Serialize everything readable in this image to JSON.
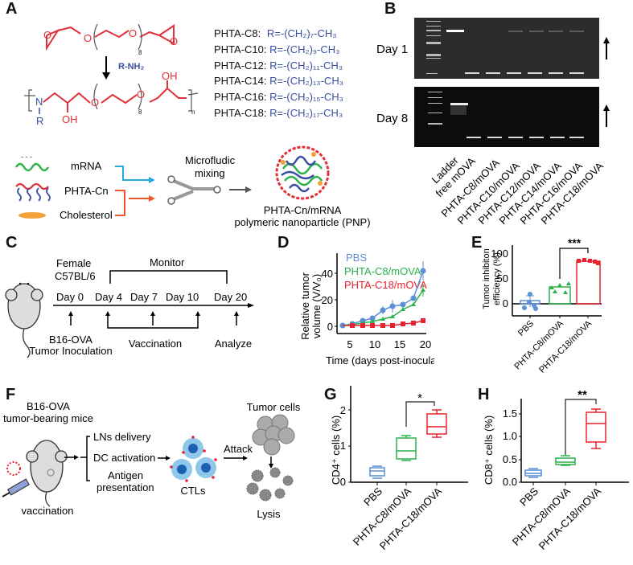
{
  "panels": {
    "A": {
      "label": "A",
      "reagent": "R-NH₂",
      "subscript_8": "8",
      "subscript_n": "n",
      "oh": "OH",
      "n_atom": "N",
      "r_atom": "R",
      "o_atom": "O",
      "rgroups": [
        {
          "name": "PHTA-C8:",
          "formula": "R=-(CH₂)₇-CH₃"
        },
        {
          "name": "PHTA-C10:",
          "formula": "R=-(CH₂)₉-CH₃"
        },
        {
          "name": "PHTA-C12:",
          "formula": "R=-(CH₂)₁₁-CH₃"
        },
        {
          "name": "PHTA-C14:",
          "formula": "R=-(CH₂)₁₃-CH₃"
        },
        {
          "name": "PHTA-C16:",
          "formula": "R=-(CH₂)₁₅-CH₃"
        },
        {
          "name": "PHTA-C18:",
          "formula": "R=-(CH₂)₁₇-CH₃"
        }
      ],
      "inputs": [
        "mRNA",
        "PHTA-Cn",
        "Cholesterol"
      ],
      "mixing_label_1": "Microfludic",
      "mixing_label_2": "mixing",
      "product_label_1": "PHTA-Cn/mRNA",
      "product_label_2": "polymeric nanoparticle (PNP)"
    },
    "B": {
      "label": "B",
      "day1": "Day 1",
      "day8": "Day 8",
      "lanes": [
        "Ladder",
        "free mOVA",
        "PHTA-C8/mOVA",
        "PHTA-C10/mOVA",
        "PHTA-C12/mOVA",
        "PHTA-C14/mOVA",
        "PHTA-C16/mOVA",
        "PHTA-C18/mOVA"
      ]
    },
    "C": {
      "label": "C",
      "strain_1": "Female",
      "strain_2": "C57BL/6",
      "monitor": "Monitor",
      "days": [
        "Day 0",
        "Day 4",
        "Day 7",
        "Day 10",
        "Day 20"
      ],
      "inoculation_1": "B16-OVA",
      "inoculation_2": "Tumor Inoculation",
      "vaccination": "Vaccination",
      "analyze": "Analyze"
    },
    "D": {
      "label": "D"
    },
    "E": {
      "label": "E"
    },
    "F": {
      "label": "F",
      "mice_1": "B16-OVA",
      "mice_2": "tumor-bearing mice",
      "vaccination": "vaccination",
      "steps": [
        "LNs delivery",
        "DC activation",
        "Antigen",
        "presentation"
      ],
      "ctls": "CTLs",
      "attack": "Attack",
      "tumor_cells": "Tumor cells",
      "lysis": "Lysis"
    },
    "G": {
      "label": "G"
    },
    "H": {
      "label": "H"
    }
  },
  "colors": {
    "pbs": "#5b8fd6",
    "c8": "#2bb24c",
    "c18": "#e8222e",
    "structure_red": "#e0303a",
    "structure_blue": "#3b4fa0",
    "mrna_arrow": "#29a8e0",
    "lipid_arrow": "#ee5a2a"
  },
  "chart_data": [
    {
      "panel": "D",
      "type": "line",
      "xlabel": "Time (days post-inoculation)",
      "ylabel": "Relative tumor volume (V/V₀)",
      "ylabel_1": "Relative tumor",
      "ylabel_2": "volume (V/V₀)",
      "xticks": [
        "5",
        "10",
        "15",
        "20"
      ],
      "yticks": [
        "0",
        "20",
        "40"
      ],
      "xlim": [
        3,
        21
      ],
      "ylim": [
        -3,
        52
      ],
      "x": [
        4,
        6,
        8,
        10,
        12,
        14,
        16,
        18,
        20
      ],
      "series": [
        {
          "name": "PBS",
          "values": [
            1,
            2.5,
            5,
            7,
            12.5,
            16,
            17,
            21,
            42
          ],
          "errors": [
            0.5,
            1,
            1.5,
            1.5,
            3,
            5,
            3,
            4,
            8
          ]
        },
        {
          "name": "PHTA-C8/mOVA",
          "values": [
            1,
            2,
            3,
            4,
            5.5,
            7.5,
            13,
            17,
            28
          ],
          "errors": [
            0.5,
            0.5,
            1,
            1,
            1.5,
            1.5,
            2,
            3,
            5
          ]
        },
        {
          "name": "PHTA-C18/mOVA",
          "values": [
            1,
            1,
            1.2,
            1.2,
            1.3,
            1.4,
            2,
            2.5,
            4.5
          ],
          "errors": [
            0.3,
            0.3,
            0.3,
            0.3,
            0.3,
            0.3,
            0.5,
            0.5,
            1
          ]
        }
      ]
    },
    {
      "panel": "E",
      "type": "bar",
      "ylabel": "Tumor inhibiton efficiency (%)",
      "ylabel_1": "Tumor inhibiton",
      "ylabel_2": "efficiency (%)",
      "categories": [
        "PBS",
        "PHTA-C8/mOVA",
        "PHTA-C18/mOVA"
      ],
      "values": [
        2,
        34,
        87
      ],
      "errors": [
        10,
        5,
        2
      ],
      "points": [
        [
          19,
          3,
          -5,
          -8,
          -6
        ],
        [
          28,
          35,
          38,
          40,
          31
        ],
        [
          88,
          86,
          89,
          87,
          84
        ]
      ],
      "yticks": [
        "0",
        "50",
        "100"
      ],
      "ylim": [
        -25,
        115
      ],
      "significance": "***"
    },
    {
      "panel": "G",
      "type": "box",
      "ylabel": "CD4⁺ cells (%)",
      "categories": [
        "PBS",
        "PHTA-C8/mOVA",
        "PHTA-C18/mOVA"
      ],
      "boxes": [
        {
          "min": 0.12,
          "q1": 0.17,
          "median": 0.3,
          "q3": 0.4,
          "max": 0.43
        },
        {
          "min": 0.6,
          "q1": 0.65,
          "median": 0.87,
          "q3": 1.23,
          "max": 1.3
        },
        {
          "min": 1.25,
          "q1": 1.33,
          "median": 1.54,
          "q3": 1.88,
          "max": 2.0
        }
      ],
      "yticks": [
        "0",
        "1",
        "2"
      ],
      "ylim": [
        0,
        2.3
      ],
      "significance": "*"
    },
    {
      "panel": "H",
      "type": "box",
      "ylabel": "CD8⁺ cells (%)",
      "categories": [
        "PBS",
        "PHTA-C8/mOVA",
        "PHTA-C18/mOVA"
      ],
      "boxes": [
        {
          "min": 0.12,
          "q1": 0.15,
          "median": 0.2,
          "q3": 0.26,
          "max": 0.29
        },
        {
          "min": 0.38,
          "q1": 0.39,
          "median": 0.44,
          "q3": 0.52,
          "max": 0.57
        },
        {
          "min": 0.74,
          "q1": 0.88,
          "median": 1.27,
          "q3": 1.53,
          "max": 1.61
        }
      ],
      "yticks": [
        "0.0",
        "0.5",
        "1.0",
        "1.5"
      ],
      "ylim": [
        0,
        1.8
      ],
      "significance": "**"
    }
  ]
}
